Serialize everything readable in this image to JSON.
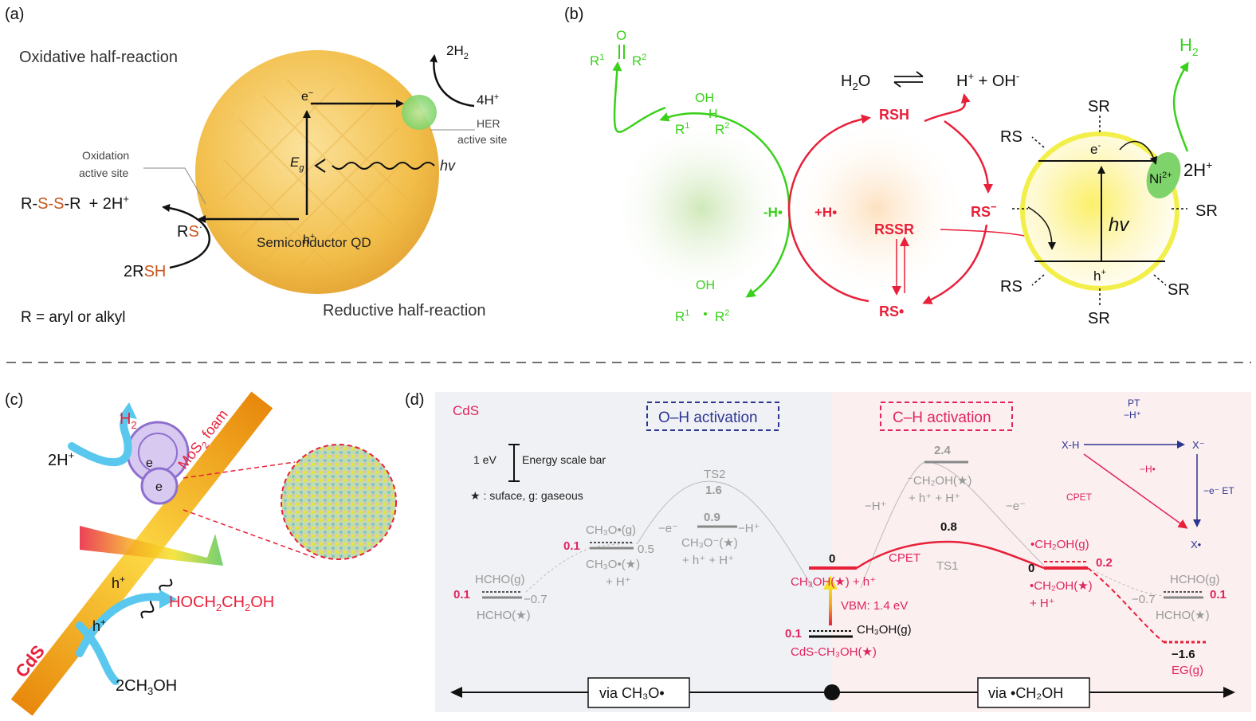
{
  "colors": {
    "green": "#39d11a",
    "red": "#e8203a",
    "magenta": "#e0245e",
    "navy": "#2c3593",
    "gray": "#9a9a9a",
    "gold": "#f2be4a",
    "yellow_ring": "#f3ef4a",
    "rod_orange": "#f3a71b",
    "cyan": "#5ac8ee"
  },
  "panel_a": {
    "label": "(a)",
    "oxidative": "Oxidative half-reaction",
    "reductive": "Reductive half-reaction",
    "qd": "Semiconductor QD",
    "electron": "e",
    "electron_sup": "−",
    "hole": "h",
    "hole_sup": "+",
    "eg": "E",
    "eg_sub": "g",
    "hv": "hv",
    "h2": "2H",
    "h2_sub": "2",
    "four_h": "4H",
    "four_h_sup": "+",
    "her_1": "HER",
    "her_2": "active site",
    "ox_1": "Oxidation",
    "ox_2": "active site",
    "product_r1": "R-",
    "product_s1": "S-S",
    "product_r2": "-R",
    "product_tail": "+  2H",
    "product_sup": "+",
    "rs_r": "R",
    "rs_s": "S",
    "rs_sup": "·",
    "rsh_r": "2R",
    "rsh_sh": "SH",
    "r_def": "R = aryl or alkyl"
  },
  "panel_b": {
    "label": "(b)",
    "ketone_o": "O",
    "r1": "R",
    "r1_sup": "1",
    "r2": "R",
    "r2_sup": "2",
    "oh": "OH",
    "h": "H",
    "minus_h": "-H•",
    "plus_h": "+H•",
    "water": "H",
    "water_sub": "2",
    "water_o": "O",
    "products": "H",
    "products_sup": "+",
    "products_mid": " + OH",
    "products_sup2": "-",
    "rsh": "RSH",
    "rssr": "RSSR",
    "rs_anion": "RS",
    "rs_anion_sup": "−",
    "rs_radical": "RS•",
    "h2": "H",
    "h2_sub": "2",
    "two_h": "2H",
    "two_h_sup": "+",
    "ni": "Ni",
    "ni_sup": "2+",
    "e": "e",
    "e_sup": "-",
    "h_plus": "h",
    "h_plus_sup": "+",
    "hv": "hv",
    "sr": "SR",
    "rs": "RS"
  },
  "panel_c": {
    "label": "(c)",
    "h2": "H",
    "h2_sub": "2",
    "two_h": "2H",
    "two_h_sup": "+",
    "mos2_1": "MoS",
    "mos2_sub": "2",
    "mos2_2": " foam",
    "e": "e",
    "hole": "h",
    "hole_sup": "+",
    "product_1": "HOCH",
    "product_2": "CH",
    "product_3": "OH",
    "sub2": "2",
    "reactant_1": "2CH",
    "reactant_sub": "3",
    "reactant_2": "OH",
    "cds": "CdS"
  },
  "panel_d": {
    "label": "(d)",
    "cds": "CdS",
    "oh_act": "O–H activation",
    "ch_act": "C–H activation",
    "scale_val": "1 eV",
    "scale_label": "Energy scale bar",
    "legend": "★ : suface, g: gaseous",
    "ts2": "TS2",
    "ts2_val": "1.6",
    "ts1": "TS1",
    "ts1_val": "0.8",
    "val_24": "2.4",
    "val_09": "0.9",
    "val_01": "0.1",
    "val_05": "0.5",
    "val_m07": "−0.7",
    "val_0": "0",
    "val_02": "0.2",
    "val_m16": "−1.6",
    "minus_e": "−e⁻",
    "minus_h": "−H⁺",
    "hcho_g": "HCHO(g)",
    "hcho_s": "HCHO(★)",
    "ch3o_g": "CH₃O•(g)",
    "ch3o_s": "CH₃O•(★)",
    "plus_h": "+ H⁺",
    "ch3o_anion": "CH₃O⁻(★)",
    "plus_hh": "+ h⁺ + H⁺",
    "ch3oh_s": "CH₃OH(★) + h⁺",
    "vbm": "VBM: 1.4 eV",
    "ch3oh_g": "CH₃OH(g)",
    "cds_ch3oh": "CdS-CH₃OH(★)",
    "ch2oh_anion": "⁻CH₂OH(★)",
    "cpet": "CPET",
    "ch2oh_g": "•CH₂OH(g)",
    "ch2oh_s": "•CH₂OH(★)",
    "eg_g": "EG(g)",
    "xh": "X-H",
    "pt": "PT",
    "pt_h": "−H⁺",
    "x_minus": "X⁻",
    "et": "−e⁻ ET",
    "cpet_h": "−H•",
    "x_rad": "X•",
    "via_left": "via CH₃O•",
    "via_right": "via •CH₂OH"
  }
}
